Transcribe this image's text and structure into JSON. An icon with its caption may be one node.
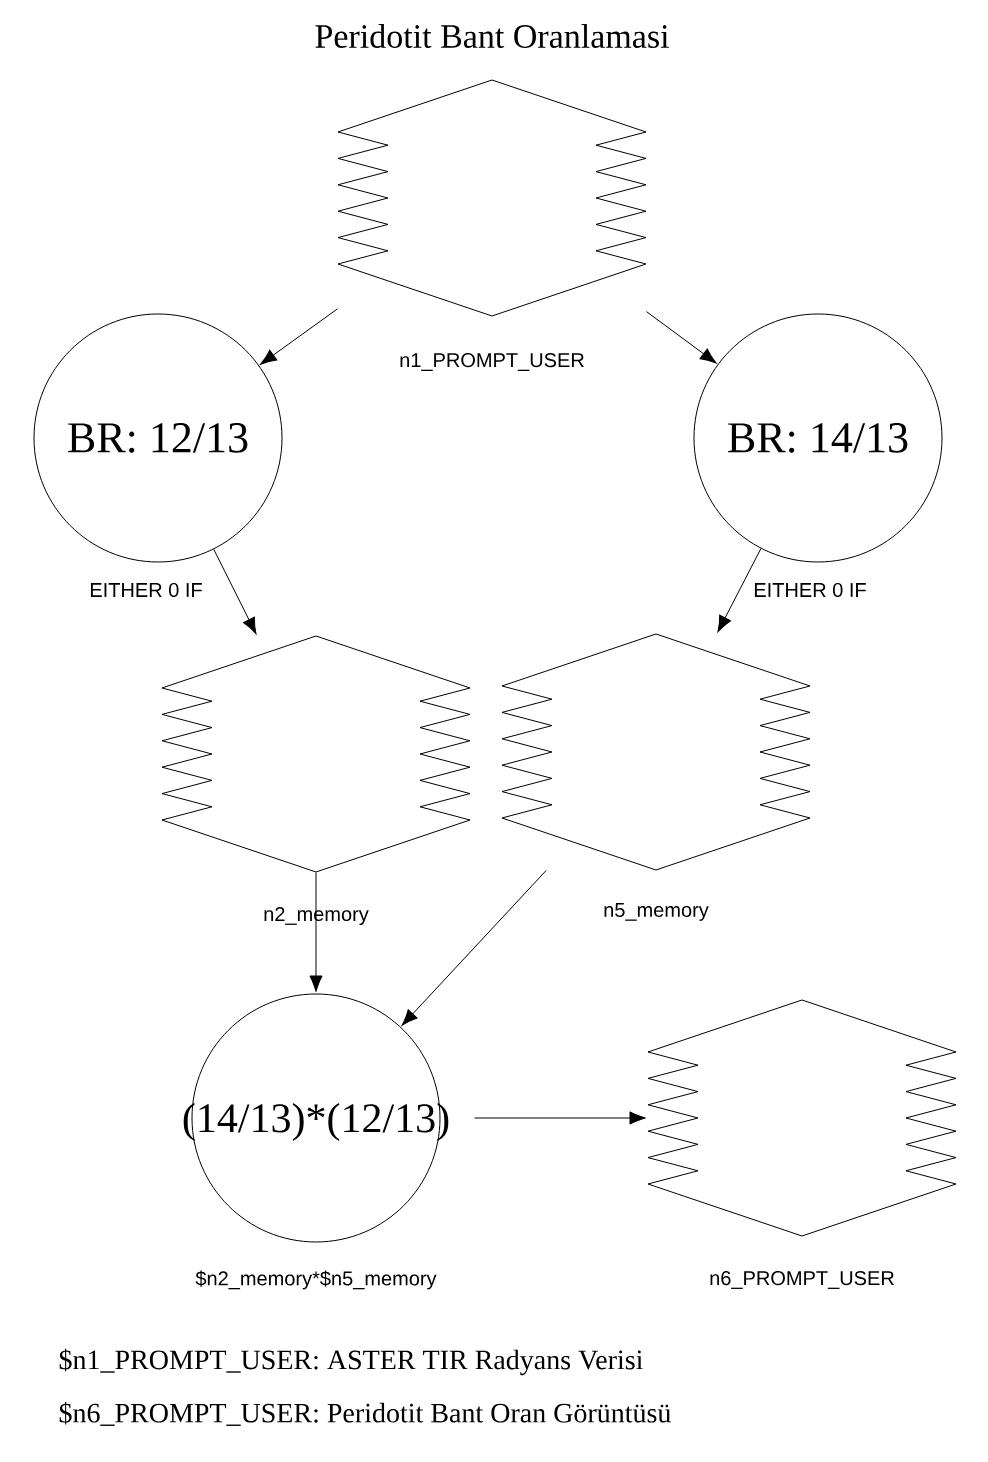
{
  "diagram": {
    "title": "Peridotit Bant Oranlamasi",
    "nodes": [
      {
        "text": [],
        "shape": "hexagon",
        "beside": [
          "n1_PROMPT_USER"
        ]
      },
      {
        "text": [
          "BR: 12/13"
        ]
      },
      {
        "text": [
          "BR: 14/13"
        ]
      },
      {
        "text": [],
        "shape": "hexagon",
        "beside": [
          "n2_memory"
        ]
      },
      {
        "text": [],
        "shape": "hexagon",
        "beside": [
          "n5_memory"
        ]
      },
      {
        "text": [
          "(14/13)*(12/13)"
        ],
        "beside": [
          "$n2_memory*$n5_memory"
        ]
      },
      {
        "text": [],
        "shape": "hexagon",
        "beside": [
          "n6_PROMPT_USER"
        ]
      }
    ],
    "edges": [
      {
        "from": 0,
        "to": 1,
        "arrow": "to"
      },
      {
        "from": 0,
        "to": 2,
        "arrow": "to"
      },
      {
        "from": 1,
        "to": 3,
        "arrow": "to",
        "label": "EITHER 0 IF"
      },
      {
        "from": 2,
        "to": 4,
        "arrow": "to",
        "label": "EITHER 0 IF"
      },
      {
        "from": 3,
        "to": 5,
        "arrow": "to"
      },
      {
        "from": 4,
        "to": 5,
        "arrow": "to"
      },
      {
        "from": 5,
        "to": 6,
        "arrow": "to"
      }
    ],
    "labels": [
      "$n1_PROMPT_USER: ASTER TIR Radyans Verisi",
      "$n6_PROMPT_USER: Peridotit Bant Oran Görüntüsü"
    ]
  }
}
